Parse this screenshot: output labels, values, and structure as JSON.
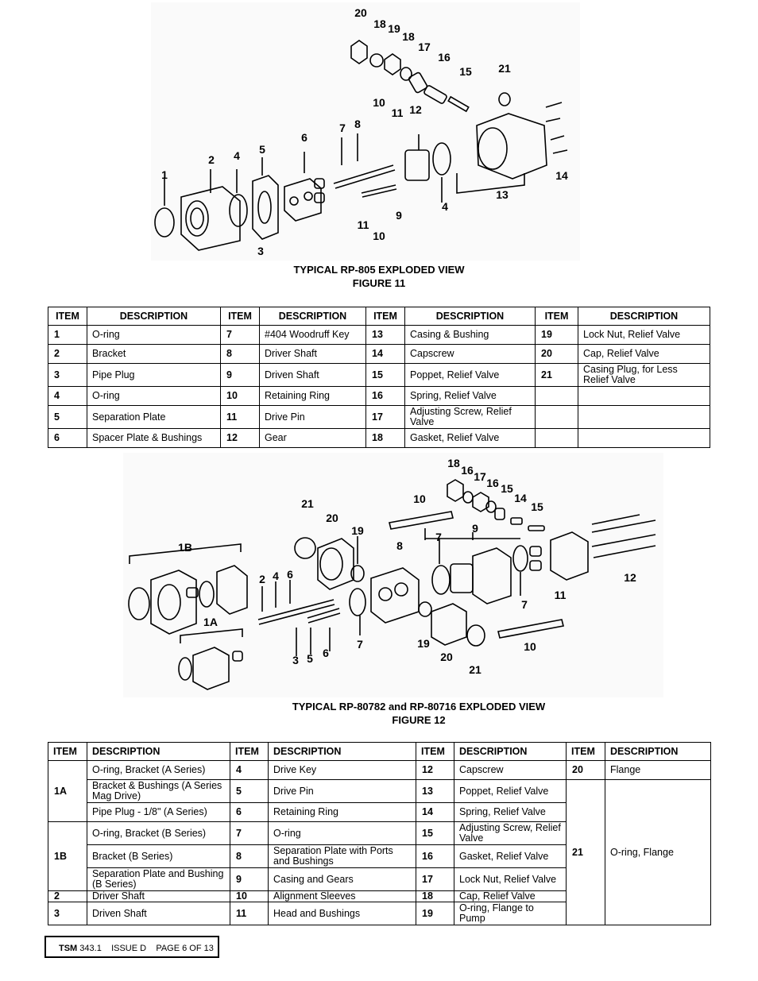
{
  "figure11": {
    "caption_line1": "TYPICAL RP-805 EXPLODED VIEW",
    "caption_line2": "FIGURE 11",
    "callouts": [
      "1",
      "2",
      "3",
      "4",
      "5",
      "6",
      "7",
      "8",
      "9",
      "10",
      "10",
      "11",
      "11",
      "12",
      "13",
      "14",
      "15",
      "16",
      "17",
      "18",
      "18",
      "19",
      "20",
      "21",
      "4"
    ]
  },
  "table1": {
    "headers": [
      "ITEM",
      "DESCRIPTION",
      "ITEM",
      "DESCRIPTION",
      "ITEM",
      "DESCRIPTION",
      "ITEM",
      "DESCRIPTION"
    ],
    "rows": [
      [
        "1",
        "O-ring",
        "7",
        "#404 Woodruff Key",
        "13",
        "Casing & Bushing",
        "19",
        "Lock Nut, Relief Valve"
      ],
      [
        "2",
        "Bracket",
        "8",
        "Driver Shaft",
        "14",
        "Capscrew",
        "20",
        "Cap, Relief Valve"
      ],
      [
        "3",
        "Pipe Plug",
        "9",
        "Driven Shaft",
        "15",
        "Poppet, Relief Valve",
        "21",
        "Casing Plug, for Less Relief Valve"
      ],
      [
        "4",
        "O-ring",
        "10",
        "Retaining Ring",
        "16",
        "Spring, Relief Valve",
        "",
        ""
      ],
      [
        "5",
        "Separation Plate",
        "11",
        "Drive Pin",
        "17",
        "Adjusting Screw, Relief Valve",
        "",
        ""
      ],
      [
        "6",
        "Spacer Plate & Bushings",
        "12",
        "Gear",
        "18",
        "Gasket, Relief Valve",
        "",
        ""
      ]
    ]
  },
  "figure12": {
    "caption_line1": "TYPICAL RP-80782 and RP-80716 EXPLODED VIEW",
    "caption_line2": "FIGURE 12",
    "callouts": [
      "1B",
      "1A",
      "2",
      "3",
      "4",
      "5",
      "6",
      "7",
      "7",
      "7",
      "8",
      "9",
      "10",
      "10",
      "11",
      "12",
      "14",
      "15",
      "15",
      "16",
      "16",
      "17",
      "18",
      "19",
      "19",
      "20",
      "20",
      "21",
      "21"
    ]
  },
  "table2": {
    "headers": [
      "ITEM",
      "DESCRIPTION",
      "ITEM",
      "DESCRIPTION",
      "ITEM",
      "DESCRIPTION",
      "ITEM",
      "DESCRIPTION"
    ],
    "group_1a": "1A",
    "group_1b": "1B",
    "rows": [
      {
        "d1": "O-ring, Bracket (A Series)",
        "i2": "4",
        "d2": "Drive Key",
        "i3": "12",
        "d3": "Capscrew",
        "i4": "20",
        "d4": "Flange"
      },
      {
        "d1": "Bracket & Bushings (A Series Mag Drive)",
        "i2": "5",
        "d2": "Drive Pin",
        "i3": "13",
        "d3": "Poppet, Relief Valve"
      },
      {
        "d1": "Pipe Plug - 1/8\" (A Series)",
        "i2": "6",
        "d2": "Retaining Ring",
        "i3": "14",
        "d3": "Spring, Relief Valve"
      },
      {
        "d1": "O-ring, Bracket (B Series)",
        "i2": "7",
        "d2": "O-ring",
        "i3": "15",
        "d3": "Adjusting Screw, Relief Valve"
      },
      {
        "d1": "Bracket (B Series)",
        "i2": "8",
        "d2": "Separation Plate with Ports and Bushings",
        "i3": "16",
        "d3": "Gasket, Relief Valve"
      },
      {
        "d1": "Separation Plate and Bushing (B Series)",
        "i2": "9",
        "d2": "Casing and Gears",
        "i3": "17",
        "d3": "Lock Nut, Relief Valve"
      },
      {
        "i1": "2",
        "d1": "Driver Shaft",
        "i2": "10",
        "d2": "Alignment Sleeves",
        "i3": "18",
        "d3": "Cap, Relief Valve"
      },
      {
        "i1": "3",
        "d1": "Driven Shaft",
        "i2": "11",
        "d2": "Head and Bushings",
        "i3": "19",
        "d3": "O-ring, Flange to Pump"
      }
    ],
    "merged_item": "21",
    "merged_desc": "O-ring, Flange"
  },
  "footer": {
    "tsm": "TSM",
    "doc": "343.1",
    "issue": "ISSUE D",
    "page": "PAGE 6 OF 13"
  }
}
